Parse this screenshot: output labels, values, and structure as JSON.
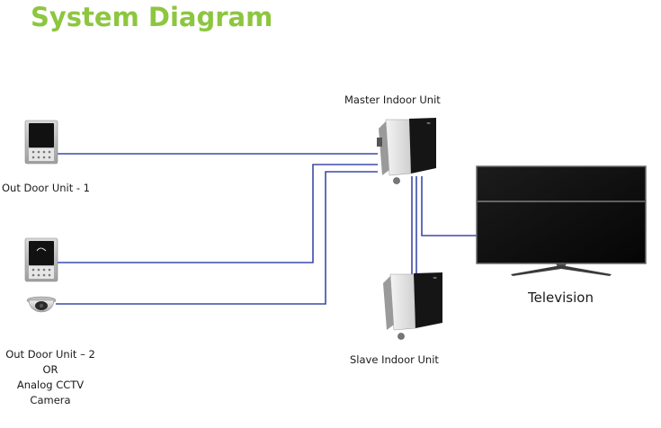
{
  "title": "System Diagram",
  "colors": {
    "title": "#8dc63f",
    "wire": "#3b4aa8"
  },
  "labels": {
    "outdoor1": "Out Door Unit - 1",
    "outdoor2_line1": "Out Door Unit – 2",
    "outdoor2_line2": "OR",
    "outdoor2_line3": "Analog CCTV",
    "outdoor2_line4": "Camera",
    "master": "Master Indoor Unit",
    "slave": "Slave Indoor Unit",
    "tv": "Television"
  },
  "icons": {
    "outdoor1": "door-station-icon",
    "outdoor2": "door-station-icon",
    "camera": "dome-camera-icon",
    "master": "indoor-monitor-icon",
    "slave": "indoor-monitor-icon",
    "tv": "television-icon"
  }
}
